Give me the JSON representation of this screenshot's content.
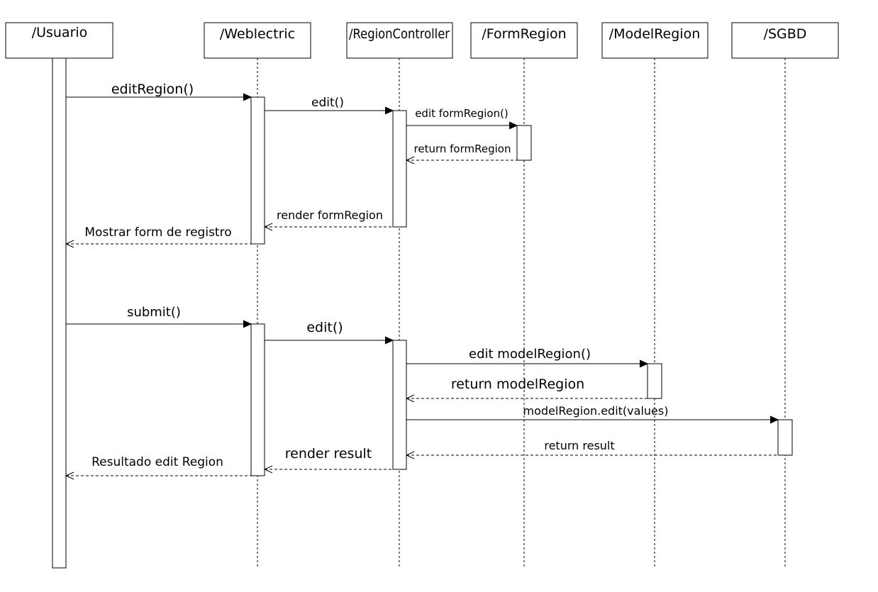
{
  "participants": [
    {
      "id": "usuario",
      "label": "/Usuario"
    },
    {
      "id": "weblectric",
      "label": "/Weblectric"
    },
    {
      "id": "regioncontroller",
      "label": "/RegionController"
    },
    {
      "id": "formregion",
      "label": "/FormRegion"
    },
    {
      "id": "modelregion",
      "label": "/ModelRegion"
    },
    {
      "id": "sgbd",
      "label": "/SGBD"
    }
  ],
  "messages": [
    {
      "id": "m1",
      "from": "usuario",
      "to": "weblectric",
      "kind": "call",
      "label": "editRegion()"
    },
    {
      "id": "m2",
      "from": "weblectric",
      "to": "regioncontroller",
      "kind": "call",
      "label": "edit()"
    },
    {
      "id": "m3",
      "from": "regioncontroller",
      "to": "formregion",
      "kind": "call",
      "label": "edit formRegion()"
    },
    {
      "id": "m4",
      "from": "formregion",
      "to": "regioncontroller",
      "kind": "return",
      "label": "return formRegion"
    },
    {
      "id": "m5",
      "from": "regioncontroller",
      "to": "weblectric",
      "kind": "return",
      "label": "render formRegion"
    },
    {
      "id": "m6",
      "from": "weblectric",
      "to": "usuario",
      "kind": "return",
      "label": "Mostrar form de registro"
    },
    {
      "id": "m7",
      "from": "usuario",
      "to": "weblectric",
      "kind": "call",
      "label": "submit()"
    },
    {
      "id": "m8",
      "from": "weblectric",
      "to": "regioncontroller",
      "kind": "call",
      "label": "edit()"
    },
    {
      "id": "m9",
      "from": "regioncontroller",
      "to": "modelregion",
      "kind": "call",
      "label": "edit modelRegion()"
    },
    {
      "id": "m10",
      "from": "modelregion",
      "to": "regioncontroller",
      "kind": "return",
      "label": "return modelRegion"
    },
    {
      "id": "m11",
      "from": "regioncontroller",
      "to": "sgbd",
      "kind": "call",
      "label": "modelRegion.edit(values)"
    },
    {
      "id": "m12",
      "from": "sgbd",
      "to": "regioncontroller",
      "kind": "return",
      "label": "return result"
    },
    {
      "id": "m13",
      "from": "regioncontroller",
      "to": "weblectric",
      "kind": "return",
      "label": "render result"
    },
    {
      "id": "m14",
      "from": "weblectric",
      "to": "usuario",
      "kind": "return",
      "label": "Resultado edit Region"
    }
  ]
}
